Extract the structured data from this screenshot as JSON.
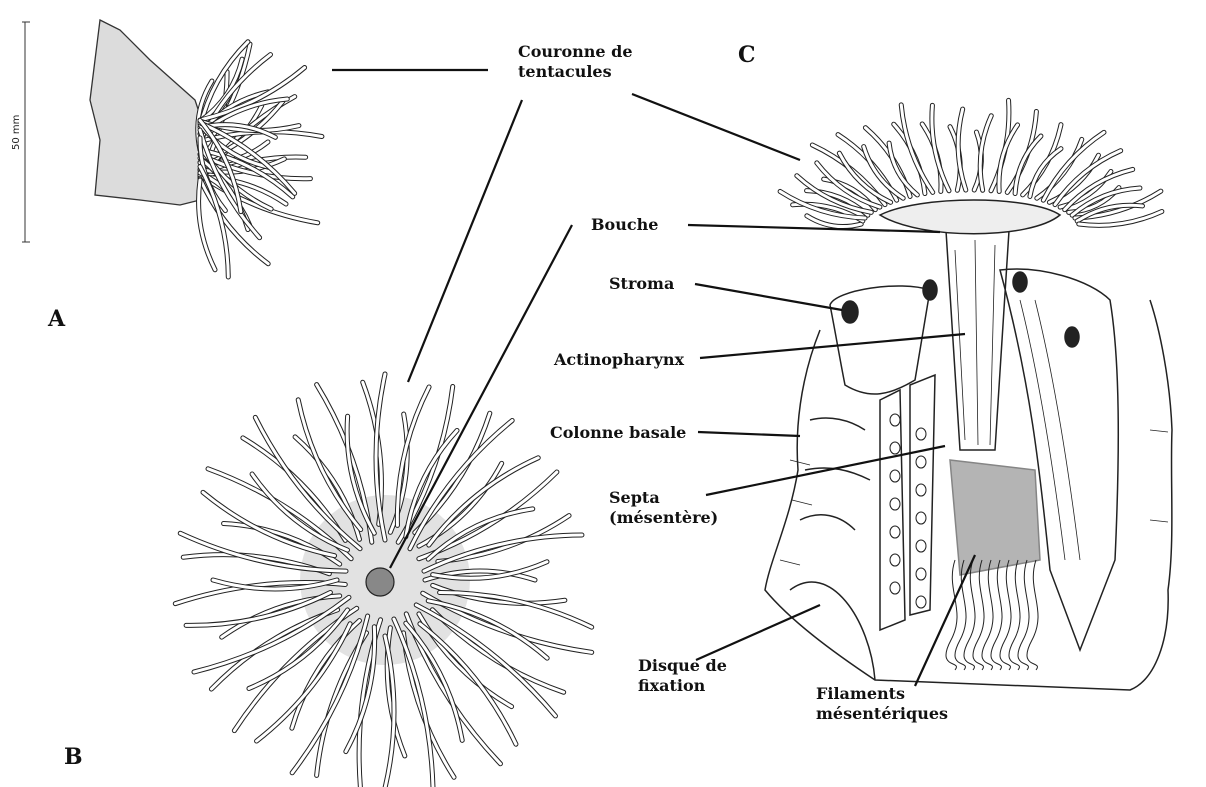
{
  "panels": {
    "a": "A",
    "b": "B",
    "c": "C"
  },
  "scale_bar": "50 mm",
  "labels": {
    "couronne_1": "Couronne de",
    "couronne_2": "tentacules",
    "bouche": "Bouche",
    "stroma": "Stroma",
    "actinopharynx": "Actinopharynx",
    "colonne": "Colonne basale",
    "septa_1": "Septa",
    "septa_2": "(mésentère)",
    "disque_1": "Disque de",
    "disque_2": "fixation",
    "filaments_1": "Filaments",
    "filaments_2": "mésentériques"
  },
  "colors": {
    "ink": "#111111",
    "shade": "#d9d9d9",
    "paper": "#ffffff"
  }
}
